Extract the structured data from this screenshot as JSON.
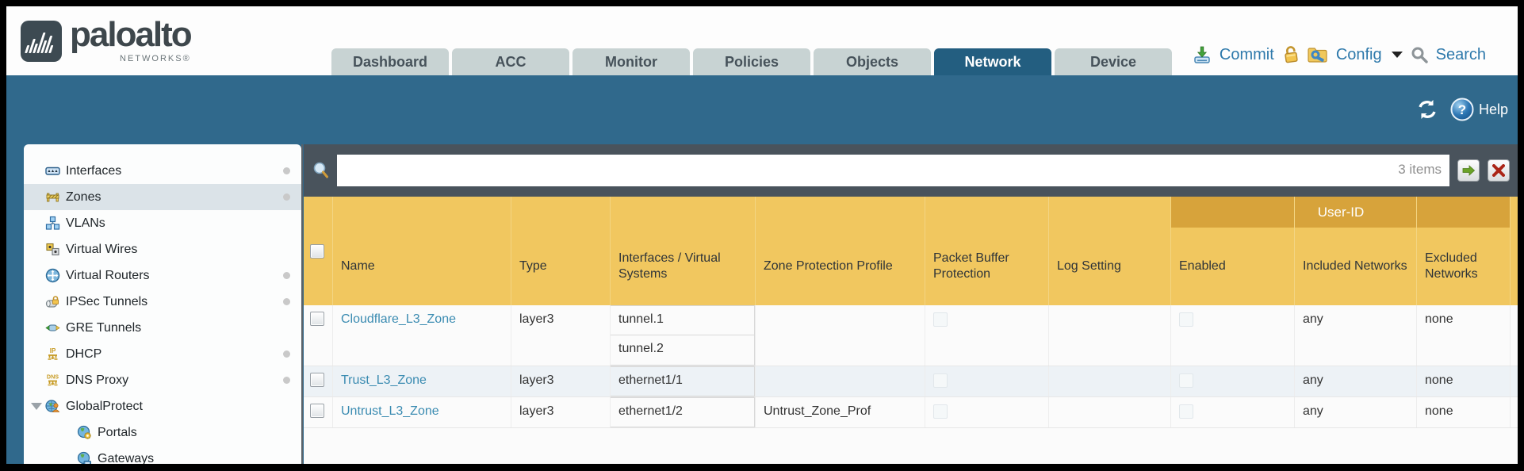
{
  "header": {
    "logo": {
      "brand": "paloalto",
      "sub": "NETWORKS®"
    },
    "tabs": [
      {
        "label": "Dashboard",
        "active": false
      },
      {
        "label": "ACC",
        "active": false
      },
      {
        "label": "Monitor",
        "active": false
      },
      {
        "label": "Policies",
        "active": false
      },
      {
        "label": "Objects",
        "active": false
      },
      {
        "label": "Network",
        "active": true
      },
      {
        "label": "Device",
        "active": false
      }
    ],
    "actions": {
      "commit": "Commit",
      "config": "Config",
      "search": "Search"
    }
  },
  "banner": {
    "help_label": "Help"
  },
  "filter_bar": {
    "input_value": "",
    "placeholder": "",
    "items_count": "3 items"
  },
  "sidebar": {
    "items": [
      {
        "label": "Interfaces",
        "icon": "interfaces-icon",
        "dot": true,
        "selected": false,
        "indent": 0,
        "expander": false
      },
      {
        "label": "Zones",
        "icon": "zones-icon",
        "dot": true,
        "selected": true,
        "indent": 0,
        "expander": false
      },
      {
        "label": "VLANs",
        "icon": "vlans-icon",
        "dot": false,
        "selected": false,
        "indent": 0,
        "expander": false
      },
      {
        "label": "Virtual Wires",
        "icon": "virtual-wires-icon",
        "dot": false,
        "selected": false,
        "indent": 0,
        "expander": false
      },
      {
        "label": "Virtual Routers",
        "icon": "virtual-routers-icon",
        "dot": true,
        "selected": false,
        "indent": 0,
        "expander": false
      },
      {
        "label": "IPSec Tunnels",
        "icon": "ipsec-tunnels-icon",
        "dot": true,
        "selected": false,
        "indent": 0,
        "expander": false
      },
      {
        "label": "GRE Tunnels",
        "icon": "gre-tunnels-icon",
        "dot": false,
        "selected": false,
        "indent": 0,
        "expander": false
      },
      {
        "label": "DHCP",
        "icon": "dhcp-icon",
        "dot": true,
        "selected": false,
        "indent": 0,
        "expander": false
      },
      {
        "label": "DNS Proxy",
        "icon": "dns-proxy-icon",
        "dot": true,
        "selected": false,
        "indent": 0,
        "expander": false
      },
      {
        "label": "GlobalProtect",
        "icon": "globalprotect-icon",
        "dot": false,
        "selected": false,
        "indent": 0,
        "expander": true
      },
      {
        "label": "Portals",
        "icon": "portals-icon",
        "dot": false,
        "selected": false,
        "indent": 1,
        "expander": false
      },
      {
        "label": "Gateways",
        "icon": "gateways-icon",
        "dot": false,
        "selected": false,
        "indent": 1,
        "expander": false
      }
    ]
  },
  "table": {
    "user_id_group_label": "User-ID",
    "columns": [
      "Name",
      "Type",
      "Interfaces / Virtual Systems",
      "Zone Protection Profile",
      "Packet Buffer Protection",
      "Log Setting",
      "Enabled",
      "Included Networks",
      "Excluded Networks"
    ],
    "rows": [
      {
        "name": "Cloudflare_L3_Zone",
        "type": "layer3",
        "interfaces": [
          "tunnel.1",
          "tunnel.2"
        ],
        "zone_protection_profile": "",
        "packet_buffer_protection": false,
        "log_setting": "",
        "enabled": false,
        "included_networks": "any",
        "excluded_networks": "none"
      },
      {
        "name": "Trust_L3_Zone",
        "type": "layer3",
        "interfaces": [
          "ethernet1/1"
        ],
        "zone_protection_profile": "",
        "packet_buffer_protection": false,
        "log_setting": "",
        "enabled": false,
        "included_networks": "any",
        "excluded_networks": "none"
      },
      {
        "name": "Untrust_L3_Zone",
        "type": "layer3",
        "interfaces": [
          "ethernet1/2"
        ],
        "zone_protection_profile": "Untrust_Zone_Prof",
        "packet_buffer_protection": false,
        "log_setting": "",
        "enabled": false,
        "included_networks": "any",
        "excluded_networks": "none"
      }
    ]
  },
  "colors": {
    "band_teal": "#30698c",
    "active_tab": "#235e80",
    "inactive_tab": "#c8d3d3",
    "filter_bar_bg": "#49535c",
    "header_gold": "#f1c75f",
    "user_id_gold": "#d7a33b",
    "selected_item_bg": "#dbe3e8",
    "link": "#3a8bb1",
    "alt_row": "#edf2f6"
  }
}
